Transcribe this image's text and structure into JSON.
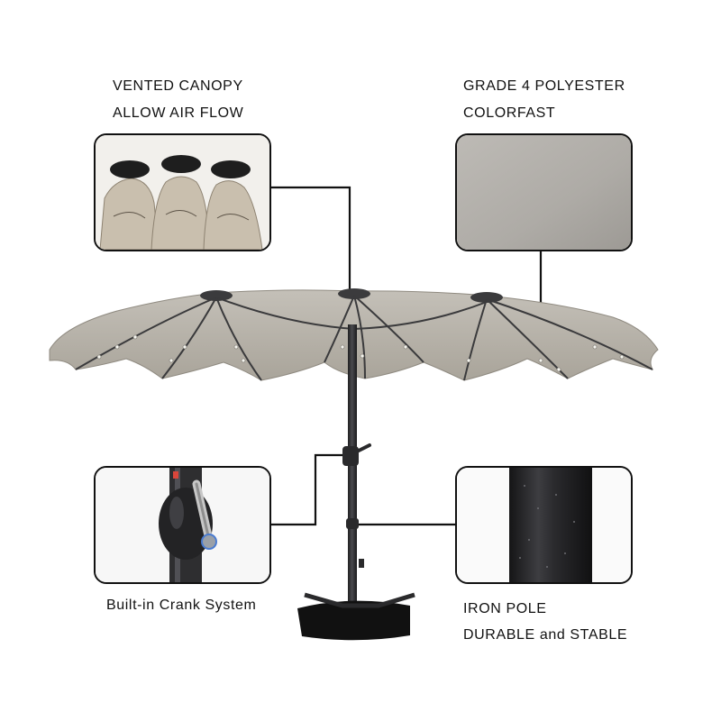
{
  "callouts": {
    "canopy": {
      "line1": "VENTED CANOPY",
      "line2": "ALLOW AIR FLOW",
      "icon": "vented-canopy-closeup"
    },
    "fabric": {
      "line1": "GRADE 4 POLYESTER",
      "line2": "COLORFAST",
      "icon": "polyester-fabric-closeup"
    },
    "crank": {
      "line1": "Built-in Crank System",
      "icon": "crank-handle-closeup"
    },
    "pole": {
      "line1": "IRON POLE",
      "line2": "DURABLE and STABLE",
      "icon": "iron-pole-closeup"
    }
  },
  "colors": {
    "canopy_fabric": "#b7b2a9",
    "canopy_shadow": "#9d978d",
    "pole": "#2f2f31",
    "leader_line": "#111111",
    "background": "#ffffff"
  }
}
